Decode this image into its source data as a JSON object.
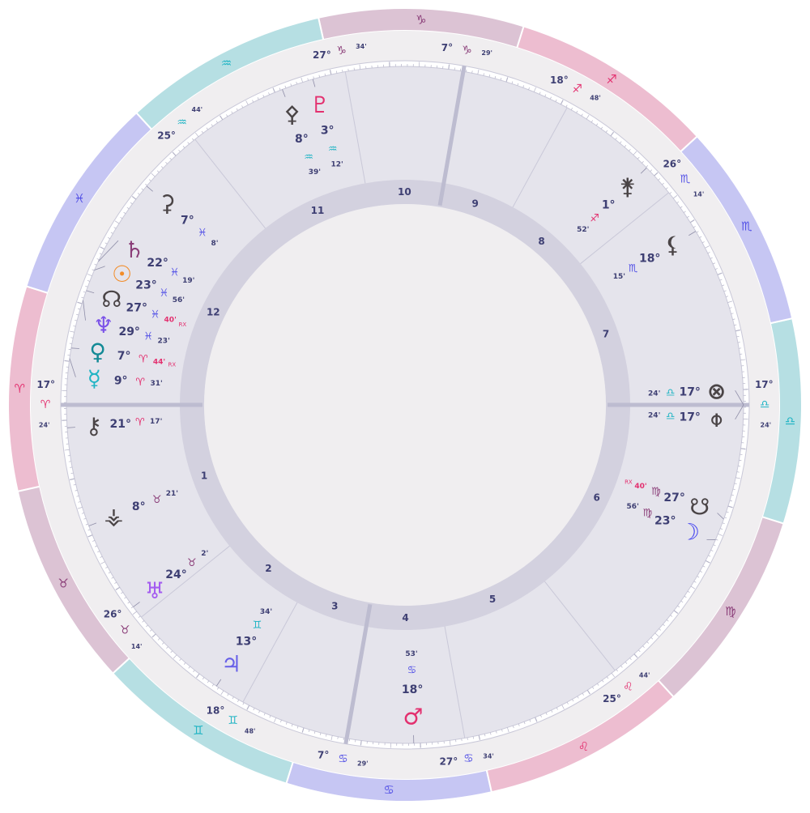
{
  "chart": {
    "ascendant": {
      "sign_index": 0,
      "deg": 17,
      "min": 24
    },
    "elements": {
      "fire": {
        "bg": "#edbdd0",
        "fg": "#e3306f"
      },
      "earth": {
        "bg": "#dcc3d4",
        "fg": "#8a3d78"
      },
      "air": {
        "bg": "#b6dfe3",
        "fg": "#20b4c4"
      },
      "water": {
        "bg": "#c6c6f3",
        "fg": "#5452e6"
      }
    },
    "signs": [
      {
        "name": "aries",
        "glyph": "♈︎",
        "element": "fire"
      },
      {
        "name": "taurus",
        "glyph": "♉︎",
        "element": "earth"
      },
      {
        "name": "gemini",
        "glyph": "♊︎",
        "element": "air"
      },
      {
        "name": "cancer",
        "glyph": "♋︎",
        "element": "water"
      },
      {
        "name": "leo",
        "glyph": "♌︎",
        "element": "fire"
      },
      {
        "name": "virgo",
        "glyph": "♍︎",
        "element": "earth"
      },
      {
        "name": "libra",
        "glyph": "♎︎",
        "element": "air"
      },
      {
        "name": "scorpio",
        "glyph": "♏︎",
        "element": "water"
      },
      {
        "name": "sagittarius",
        "glyph": "♐︎",
        "element": "fire"
      },
      {
        "name": "capricorn",
        "glyph": "♑︎",
        "element": "earth"
      },
      {
        "name": "aquarius",
        "glyph": "♒︎",
        "element": "air"
      },
      {
        "name": "pisces",
        "glyph": "♓︎",
        "element": "water"
      }
    ],
    "houses": [
      {
        "number": "1",
        "sign_index": 0,
        "deg": 17,
        "min": 24,
        "deg_label": "17°",
        "min_label": "24'",
        "angle": true
      },
      {
        "number": "2",
        "sign_index": 1,
        "deg": 26,
        "min": 14,
        "deg_label": "26°",
        "min_label": "14'",
        "angle": false
      },
      {
        "number": "3",
        "sign_index": 2,
        "deg": 18,
        "min": 48,
        "deg_label": "18°",
        "min_label": "48'",
        "angle": false
      },
      {
        "number": "4",
        "sign_index": 3,
        "deg": 7,
        "min": 29,
        "deg_label": "7°",
        "min_label": "29'",
        "angle": true
      },
      {
        "number": "5",
        "sign_index": 3,
        "deg": 27,
        "min": 34,
        "deg_label": "27°",
        "min_label": "34'",
        "angle": false
      },
      {
        "number": "6",
        "sign_index": 4,
        "deg": 25,
        "min": 44,
        "deg_label": "25°",
        "min_label": "44'",
        "angle": false
      },
      {
        "number": "7",
        "sign_index": 6,
        "deg": 17,
        "min": 24,
        "deg_label": "17°",
        "min_label": "24'",
        "angle": true
      },
      {
        "number": "8",
        "sign_index": 7,
        "deg": 26,
        "min": 14,
        "deg_label": "26°",
        "min_label": "14'",
        "angle": false
      },
      {
        "number": "9",
        "sign_index": 8,
        "deg": 18,
        "min": 48,
        "deg_label": "18°",
        "min_label": "48'",
        "angle": false
      },
      {
        "number": "10",
        "sign_index": 9,
        "deg": 7,
        "min": 29,
        "deg_label": "7°",
        "min_label": "29'",
        "angle": true
      },
      {
        "number": "11",
        "sign_index": 9,
        "deg": 27,
        "min": 34,
        "deg_label": "27°",
        "min_label": "34'",
        "angle": false
      },
      {
        "number": "12",
        "sign_index": 10,
        "deg": 25,
        "min": 44,
        "deg_label": "25°",
        "min_label": "44'",
        "angle": false
      }
    ],
    "points": [
      {
        "name": "pluto",
        "glyph": "♇",
        "color": "#e3306f",
        "sign_index": 10,
        "deg": 3,
        "min": 12,
        "deg_label": "3°",
        "min_label": "12'",
        "rx": ""
      },
      {
        "name": "pallas",
        "glyph": "⚴",
        "color": "#4a4446",
        "sign_index": 10,
        "deg": 8,
        "min": 39,
        "deg_label": "8°",
        "min_label": "39'",
        "rx": ""
      },
      {
        "name": "ceres",
        "glyph": "⚳",
        "color": "#4a4446",
        "sign_index": 11,
        "deg": 7,
        "min": 8,
        "deg_label": "7°",
        "min_label": "8'",
        "rx": ""
      },
      {
        "name": "saturn",
        "glyph": "♄",
        "color": "#8a3d78",
        "sign_index": 11,
        "deg": 22,
        "min": 19,
        "deg_label": "22°",
        "min_label": "19'",
        "rx": ""
      },
      {
        "name": "sun",
        "glyph": "☉",
        "color": "#f28c28",
        "sign_index": 11,
        "deg": 23,
        "min": 56,
        "deg_label": "23°",
        "min_label": "56'",
        "rx": ""
      },
      {
        "name": "north-node",
        "glyph": "☊",
        "color": "#4a4446",
        "sign_index": 11,
        "deg": 27,
        "min": 40,
        "deg_label": "27°",
        "min_label": "40'",
        "rx": "RX"
      },
      {
        "name": "neptune",
        "glyph": "♆",
        "color": "#7b52e8",
        "sign_index": 11,
        "deg": 29,
        "min": 23,
        "deg_label": "29°",
        "min_label": "23'",
        "rx": ""
      },
      {
        "name": "venus",
        "glyph": "♀",
        "color": "#138a96",
        "sign_index": 0,
        "deg": 7,
        "min": 44,
        "deg_label": "7°",
        "min_label": "44'",
        "rx": "RX"
      },
      {
        "name": "mercury",
        "glyph": "☿",
        "color": "#20b4c4",
        "sign_index": 0,
        "deg": 9,
        "min": 31,
        "deg_label": "9°",
        "min_label": "31'",
        "rx": ""
      },
      {
        "name": "chiron",
        "glyph": "⚷",
        "color": "#4a4446",
        "sign_index": 0,
        "deg": 21,
        "min": 17,
        "deg_label": "21°",
        "min_label": "17'",
        "rx": ""
      },
      {
        "name": "vesta",
        "glyph": "⚶",
        "color": "#4a4446",
        "sign_index": 1,
        "deg": 8,
        "min": 21,
        "deg_label": "8°",
        "min_label": "21'",
        "rx": ""
      },
      {
        "name": "uranus",
        "glyph": "♅",
        "color": "#a45cf0",
        "sign_index": 1,
        "deg": 24,
        "min": 2,
        "deg_label": "24°",
        "min_label": "2'",
        "rx": ""
      },
      {
        "name": "jupiter",
        "glyph": "♃",
        "color": "#6860e8",
        "sign_index": 2,
        "deg": 13,
        "min": 34,
        "deg_label": "13°",
        "min_label": "34'",
        "rx": ""
      },
      {
        "name": "mars",
        "glyph": "♂",
        "color": "#e3306f",
        "sign_index": 3,
        "deg": 18,
        "min": 53,
        "deg_label": "18°",
        "min_label": "53'",
        "rx": ""
      },
      {
        "name": "moon",
        "glyph": "☽",
        "color": "#3f3ff0",
        "sign_index": 5,
        "deg": 23,
        "min": 56,
        "deg_label": "23°",
        "min_label": "56'",
        "rx": ""
      },
      {
        "name": "south-node",
        "glyph": "☋",
        "color": "#4a4446",
        "sign_index": 5,
        "deg": 27,
        "min": 40,
        "deg_label": "27°",
        "min_label": "40'",
        "rx": "RX"
      },
      {
        "name": "vertex",
        "glyph": "⌽",
        "color": "#4a4446",
        "sign_index": 6,
        "deg": 17,
        "min": 24,
        "deg_label": "17°",
        "min_label": "24'",
        "rx": ""
      },
      {
        "name": "part-of-fortune",
        "glyph": "⊗",
        "color": "#4a4446",
        "sign_index": 6,
        "deg": 17,
        "min": 24,
        "deg_label": "17°",
        "min_label": "24'",
        "rx": ""
      },
      {
        "name": "lilith",
        "glyph": "⚸",
        "color": "#4a4446",
        "sign_index": 7,
        "deg": 18,
        "min": 15,
        "deg_label": "18°",
        "min_label": "15'",
        "rx": ""
      },
      {
        "name": "juno",
        "glyph": "⚵",
        "color": "#4a4446",
        "sign_index": 8,
        "deg": 1,
        "min": 52,
        "deg_label": "1°",
        "min_label": "52'",
        "rx": ""
      }
    ]
  }
}
